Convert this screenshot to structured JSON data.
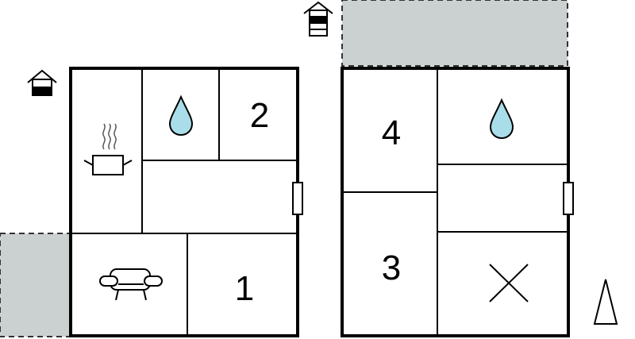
{
  "floors": [
    {
      "name": "ground-floor",
      "rooms": [
        {
          "kind": "kitchen",
          "icon": "cooking-pot-icon",
          "label": ""
        },
        {
          "kind": "bathroom",
          "icon": "water-drop-icon",
          "label": ""
        },
        {
          "kind": "bedroom",
          "icon": "",
          "label": "2"
        },
        {
          "kind": "hallway",
          "icon": "",
          "label": ""
        },
        {
          "kind": "living-room",
          "icon": "sofa-icon",
          "label": ""
        },
        {
          "kind": "bedroom",
          "icon": "",
          "label": "1"
        }
      ],
      "level_icon": "ground-floor-level-icon"
    },
    {
      "name": "upper-floor",
      "rooms": [
        {
          "kind": "bedroom",
          "icon": "",
          "label": "4"
        },
        {
          "kind": "bathroom",
          "icon": "water-drop-icon",
          "label": ""
        },
        {
          "kind": "hallway",
          "icon": "",
          "label": ""
        },
        {
          "kind": "bedroom",
          "icon": "",
          "label": "3"
        },
        {
          "kind": "storage",
          "icon": "cross-icon",
          "label": ""
        }
      ],
      "level_icon": "upper-floor-level-icon"
    }
  ],
  "colors": {
    "wall": "#000000",
    "terrace": "#cbd1d1",
    "water": "#a9dde9"
  },
  "compass_icon": "north-arrow-icon"
}
